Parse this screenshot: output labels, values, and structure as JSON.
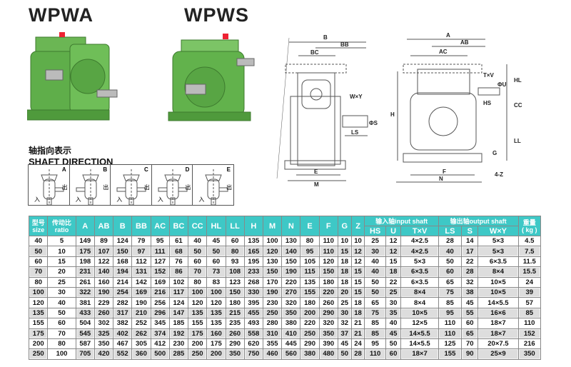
{
  "models": {
    "left": "WPWA",
    "right": "WPWS"
  },
  "shaft_direction": {
    "title_cn": "轴指向表示",
    "title_en": "SHAFT DIRECTION",
    "out_label": "出",
    "in_label": "入",
    "variants": [
      "A",
      "B",
      "C",
      "D",
      "E"
    ]
  },
  "diagram_labels": {
    "side": [
      "B",
      "BB",
      "BC",
      "W×Y",
      "ΦS",
      "LS",
      "E",
      "M"
    ],
    "front": [
      "A",
      "AB",
      "AC",
      "T×V",
      "ΦU",
      "HL",
      "HS",
      "CC",
      "H",
      "LL",
      "G",
      "F",
      "N",
      "4-Z"
    ]
  },
  "colors": {
    "header": "#3ec8c6",
    "housing": "#5fae4a"
  },
  "table": {
    "header": {
      "size_cn": "型号",
      "size_en": "size",
      "ratio_cn": "传动比",
      "ratio_en": "ratio",
      "dims": [
        "A",
        "AB",
        "B",
        "BB",
        "AC",
        "BC",
        "CC",
        "HL",
        "LL",
        "H",
        "M",
        "N",
        "E",
        "F",
        "G",
        "Z"
      ],
      "input_group": "输入轴input shaft",
      "output_group": "输出轴output shaft",
      "weight_cn": "重量",
      "weight_unit": "( kg )",
      "input_cols": [
        "HS",
        "U",
        "T×V"
      ],
      "output_cols": [
        "LS",
        "S",
        "W×Y"
      ]
    },
    "rows": [
      [
        "40",
        "5",
        "149",
        "89",
        "124",
        "79",
        "95",
        "61",
        "40",
        "45",
        "60",
        "135",
        "100",
        "130",
        "80",
        "110",
        "10",
        "10",
        "25",
        "12",
        "4×2.5",
        "28",
        "14",
        "5×3",
        "4.5"
      ],
      [
        "50",
        "10",
        "175",
        "107",
        "150",
        "97",
        "111",
        "68",
        "50",
        "50",
        "80",
        "165",
        "120",
        "140",
        "95",
        "110",
        "15",
        "12",
        "30",
        "12",
        "4×2.5",
        "40",
        "17",
        "5×3",
        "7.5"
      ],
      [
        "60",
        "15",
        "198",
        "122",
        "168",
        "112",
        "127",
        "76",
        "60",
        "60",
        "93",
        "195",
        "130",
        "150",
        "105",
        "120",
        "18",
        "12",
        "40",
        "15",
        "5×3",
        "50",
        "22",
        "6×3.5",
        "11.5"
      ],
      [
        "70",
        "20",
        "231",
        "140",
        "194",
        "131",
        "152",
        "86",
        "70",
        "73",
        "108",
        "233",
        "150",
        "190",
        "115",
        "150",
        "18",
        "15",
        "40",
        "18",
        "6×3.5",
        "60",
        "28",
        "8×4",
        "15.5"
      ],
      [
        "80",
        "25",
        "261",
        "160",
        "214",
        "142",
        "169",
        "102",
        "80",
        "83",
        "123",
        "268",
        "170",
        "220",
        "135",
        "180",
        "18",
        "15",
        "50",
        "22",
        "6×3.5",
        "65",
        "32",
        "10×5",
        "24"
      ],
      [
        "100",
        "30",
        "322",
        "190",
        "254",
        "169",
        "216",
        "117",
        "100",
        "100",
        "150",
        "330",
        "190",
        "270",
        "155",
        "220",
        "20",
        "15",
        "50",
        "25",
        "8×4",
        "75",
        "38",
        "10×5",
        "39"
      ],
      [
        "120",
        "40",
        "381",
        "229",
        "282",
        "190",
        "256",
        "124",
        "120",
        "120",
        "180",
        "395",
        "230",
        "320",
        "180",
        "260",
        "25",
        "18",
        "65",
        "30",
        "8×4",
        "85",
        "45",
        "14×5.5",
        "57"
      ],
      [
        "135",
        "50",
        "433",
        "260",
        "317",
        "210",
        "296",
        "147",
        "135",
        "135",
        "215",
        "455",
        "250",
        "350",
        "200",
        "290",
        "30",
        "18",
        "75",
        "35",
        "10×5",
        "95",
        "55",
        "16×6",
        "85"
      ],
      [
        "155",
        "60",
        "504",
        "302",
        "382",
        "252",
        "345",
        "185",
        "155",
        "135",
        "235",
        "493",
        "280",
        "380",
        "220",
        "320",
        "32",
        "21",
        "85",
        "40",
        "12×5",
        "110",
        "60",
        "18×7",
        "110"
      ],
      [
        "175",
        "70",
        "545",
        "325",
        "402",
        "262",
        "374",
        "192",
        "175",
        "160",
        "260",
        "558",
        "310",
        "410",
        "250",
        "350",
        "37",
        "21",
        "85",
        "45",
        "14×5.5",
        "110",
        "65",
        "18×7",
        "152"
      ],
      [
        "200",
        "80",
        "587",
        "350",
        "467",
        "305",
        "412",
        "230",
        "200",
        "175",
        "290",
        "620",
        "355",
        "445",
        "290",
        "390",
        "45",
        "24",
        "95",
        "50",
        "14×5.5",
        "125",
        "70",
        "20×7.5",
        "216"
      ],
      [
        "250",
        "100",
        "705",
        "420",
        "552",
        "360",
        "500",
        "285",
        "250",
        "200",
        "350",
        "750",
        "460",
        "560",
        "380",
        "480",
        "50",
        "28",
        "110",
        "60",
        "18×7",
        "155",
        "90",
        "25×9",
        "350"
      ]
    ]
  }
}
